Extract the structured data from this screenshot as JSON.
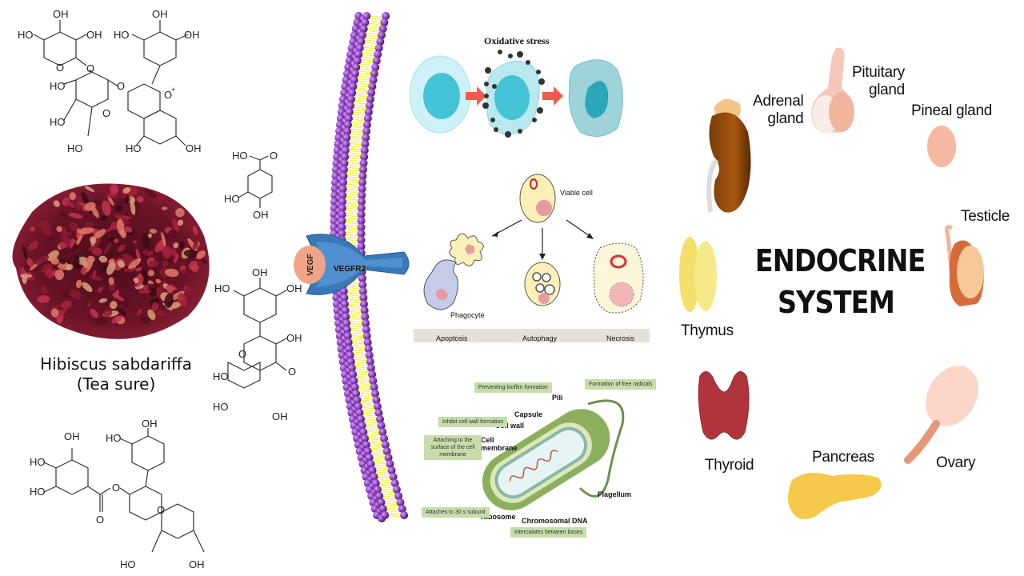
{
  "plant": {
    "name": "Hibiscus sabdariffa",
    "common_name": "(Tea sure)"
  },
  "compounds": {
    "anthocyanin_labels": [
      "OH",
      "HO",
      "OH",
      "O",
      "O",
      "HO",
      "HO",
      "O",
      "O",
      "HO",
      "OH",
      "OH",
      "HO",
      "OH",
      "O",
      "+",
      "HO",
      "OH"
    ],
    "protocatechuic_labels": [
      "HO",
      "O",
      "HO",
      "OH"
    ],
    "myricetin_like_labels": [
      "OH",
      "HO",
      "OH",
      "OH",
      "O",
      "O",
      "HO",
      "HO",
      "OH"
    ],
    "ecg_labels": [
      "OH",
      "HO",
      "OH",
      "HO",
      "HO",
      "O",
      "O",
      "O",
      "HO",
      "OH"
    ]
  },
  "receptor": {
    "ligand": "VEGF",
    "receptor": "VEGFR2"
  },
  "colors": {
    "membrane_head": "#8a3fbf",
    "membrane_tail": "#f2f25a",
    "receptor": "#3a78b8",
    "vegf": "#f0a487",
    "tag_bg": "#c7dcaa",
    "arrow": "#f05a4f",
    "cell_cyan": "#4cc7d8"
  },
  "oxidative": {
    "title": "Oxidative stress"
  },
  "cell_death": {
    "viable_label": "Viable cell",
    "phagocyte_label": "Phagocyte",
    "bar_labels": [
      "Apoptosis",
      "Autophagy",
      "Necrosis"
    ]
  },
  "bacteria": {
    "parts": [
      "Pili",
      "Capsule",
      "Cell wall",
      "Cell membrane",
      "Ribosome",
      "Chromosomal DNA",
      "Flagellum"
    ],
    "mechanisms": [
      "Preventing biofilm formation",
      "Formation of free radicals",
      "Inhibit cell wall formation",
      "Attaching to the surface of the cell membrane",
      "Attaches to 30 s subunit",
      "Intercalates between bases"
    ]
  },
  "endocrine": {
    "title_line1": "ENDOCRINE",
    "title_line2": "SYSTEM",
    "organs": {
      "adrenal_1": "Adrenal",
      "adrenal_2": "gland",
      "pituitary_1": "Pituitary",
      "pituitary_2": "gland",
      "pineal": "Pineal gland",
      "testicle": "Testicle",
      "thymus": "Thymus",
      "thyroid": "Thyroid",
      "pancreas": "Pancreas",
      "ovary": "Ovary"
    }
  }
}
